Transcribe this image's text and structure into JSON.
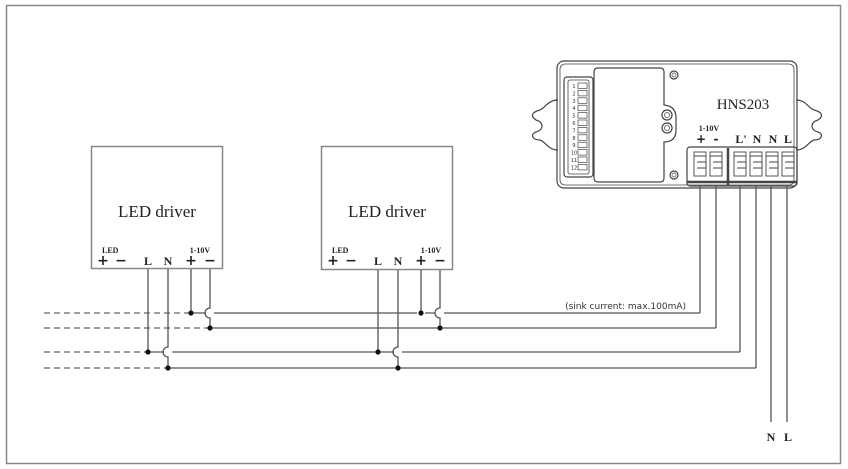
{
  "diagram": {
    "module": {
      "model": "HNS203",
      "dimming_label": "1-10V",
      "dimming_plus": "+",
      "dimming_minus": "-",
      "mains_terminals": [
        "L'",
        "N",
        "N",
        "L"
      ],
      "dip_switch_numbers": [
        "1",
        "2",
        "3",
        "4",
        "5",
        "6",
        "7",
        "8",
        "9",
        "10",
        "11",
        "12"
      ]
    },
    "drivers": [
      {
        "title": "LED driver",
        "led_label": "LED",
        "led_plus": "+",
        "led_minus": "−",
        "l_label": "L",
        "n_label": "N",
        "dim_label": "1-10V",
        "dim_plus": "+",
        "dim_minus": "−"
      },
      {
        "title": "LED driver",
        "led_label": "LED",
        "led_plus": "+",
        "led_minus": "−",
        "l_label": "L",
        "n_label": "N",
        "dim_label": "1-10V",
        "dim_plus": "+",
        "dim_minus": "−"
      }
    ],
    "note": "(sink current: max.100mA)",
    "mains_inputs": {
      "n": "N",
      "l": "L"
    }
  },
  "colors": {
    "line": "#555555",
    "frame": "#888888",
    "text": "#222222"
  }
}
